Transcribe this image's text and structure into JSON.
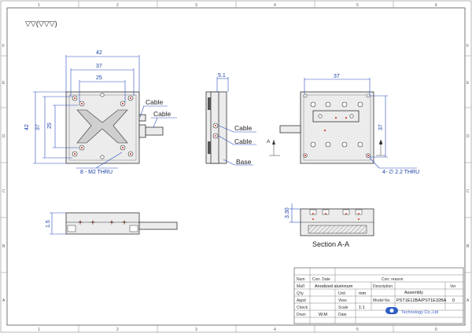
{
  "surface_symbol": "▽▽(▽▽▽)",
  "zones_top": [
    "1",
    "2",
    "3",
    "4",
    "5",
    "6"
  ],
  "zones_side": [
    "F",
    "E",
    "D",
    "C",
    "B",
    "A"
  ],
  "front_view": {
    "dim_42_top": "42",
    "dim_37_top": "37",
    "dim_25_top": "25",
    "dim_42_left": "42",
    "dim_37_left": "37",
    "dim_25_left": "25",
    "cable_upper": "Cable",
    "cable_lower": "Cable",
    "thru_note": "8 - M2 THRU"
  },
  "side_view": {
    "dim_5_1": "5.1",
    "cable_upper": "Cable",
    "cable_lower": "Cable",
    "base_label": "Base",
    "section_mark_a": "A"
  },
  "right_view": {
    "dim_37_top": "37",
    "dim_37_right": "37",
    "section_mark_a": "A",
    "thru_note": "4- ∅ 2.2 THRU"
  },
  "bottom_view": {
    "dim_1_5": "1.5"
  },
  "section_view": {
    "dim_3_30": "3.30",
    "title": "Section A-A"
  },
  "title_block": {
    "row_labels": [
      "Num",
      "Mat'l",
      "Q'ty",
      "Appd",
      "Check",
      "Drwn"
    ],
    "corr_date": "Corr. Date",
    "corr_reason": "Corr. reason",
    "material": "Anodized aluminum",
    "unit_label": "Unit",
    "unit_value": "mm",
    "view_label": "View",
    "scale_label": "Scale",
    "scale_value": "1:1",
    "date_label": "Date",
    "drawn_by": "W.M",
    "description_label": "Description",
    "description_value": "Assembly",
    "ver_label": "Ver",
    "ver_value": "0",
    "model_label": "Model No.",
    "model_value": "PST1E12BA/PST1E32BA",
    "company": "Technology Co.,Ltd"
  },
  "colors": {
    "dimension": "#1a3fa8",
    "hole_marker": "#d03a2a",
    "logo": "#2f5ec4"
  }
}
